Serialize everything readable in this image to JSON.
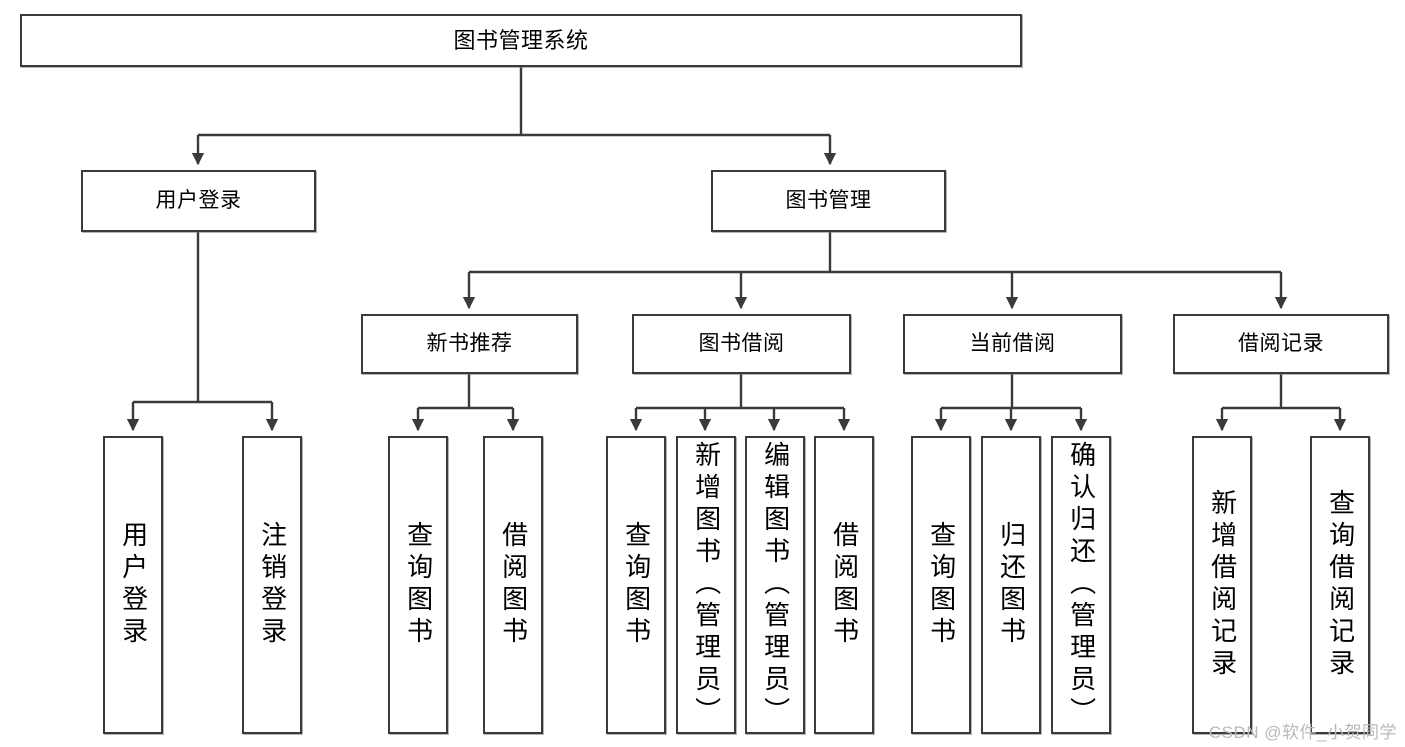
{
  "diagram": {
    "type": "tree",
    "title": "图书管理系统",
    "colors": {
      "stroke": "#3a3a3a",
      "fill": "#ffffff",
      "text": "#000000",
      "watermark": "#b9b9b9"
    },
    "nodes": {
      "root": {
        "label": "图书管理系统"
      },
      "user_login": {
        "label": "用户登录"
      },
      "book_mgmt": {
        "label": "图书管理"
      },
      "new_book": {
        "label": "新书推荐"
      },
      "book_borrow": {
        "label": "图书借阅"
      },
      "current": {
        "label": "当前借阅"
      },
      "record": {
        "label": "借阅记录"
      },
      "leaf1": {
        "label": "用户登录"
      },
      "leaf2": {
        "label": "注销登录"
      },
      "leaf3": {
        "label": "查询图书"
      },
      "leaf4": {
        "label": "借阅图书"
      },
      "leaf5": {
        "label": "查询图书"
      },
      "leaf6": {
        "label": "新增图书（管理员）"
      },
      "leaf7": {
        "label": "编辑图书（管理员）"
      },
      "leaf8": {
        "label": "借阅图书"
      },
      "leaf9": {
        "label": "查询图书"
      },
      "leaf10": {
        "label": "归还图书"
      },
      "leaf11": {
        "label": "确认归还（管理员）"
      },
      "leaf12": {
        "label": "新增借阅记录"
      },
      "leaf13": {
        "label": "查询借阅记录"
      }
    },
    "edges": [
      {
        "from": "root",
        "to": "user_login"
      },
      {
        "from": "root",
        "to": "book_mgmt"
      },
      {
        "from": "user_login",
        "to": "leaf1"
      },
      {
        "from": "user_login",
        "to": "leaf2"
      },
      {
        "from": "book_mgmt",
        "to": "new_book"
      },
      {
        "from": "book_mgmt",
        "to": "book_borrow"
      },
      {
        "from": "book_mgmt",
        "to": "current"
      },
      {
        "from": "book_mgmt",
        "to": "record"
      },
      {
        "from": "new_book",
        "to": "leaf3"
      },
      {
        "from": "new_book",
        "to": "leaf4"
      },
      {
        "from": "book_borrow",
        "to": "leaf5"
      },
      {
        "from": "book_borrow",
        "to": "leaf6"
      },
      {
        "from": "book_borrow",
        "to": "leaf7"
      },
      {
        "from": "book_borrow",
        "to": "leaf8"
      },
      {
        "from": "current",
        "to": "leaf9"
      },
      {
        "from": "current",
        "to": "leaf10"
      },
      {
        "from": "current",
        "to": "leaf11"
      },
      {
        "from": "record",
        "to": "leaf12"
      },
      {
        "from": "record",
        "to": "leaf13"
      }
    ]
  },
  "watermark": {
    "text": "CSDN @软件_小贺同学"
  }
}
